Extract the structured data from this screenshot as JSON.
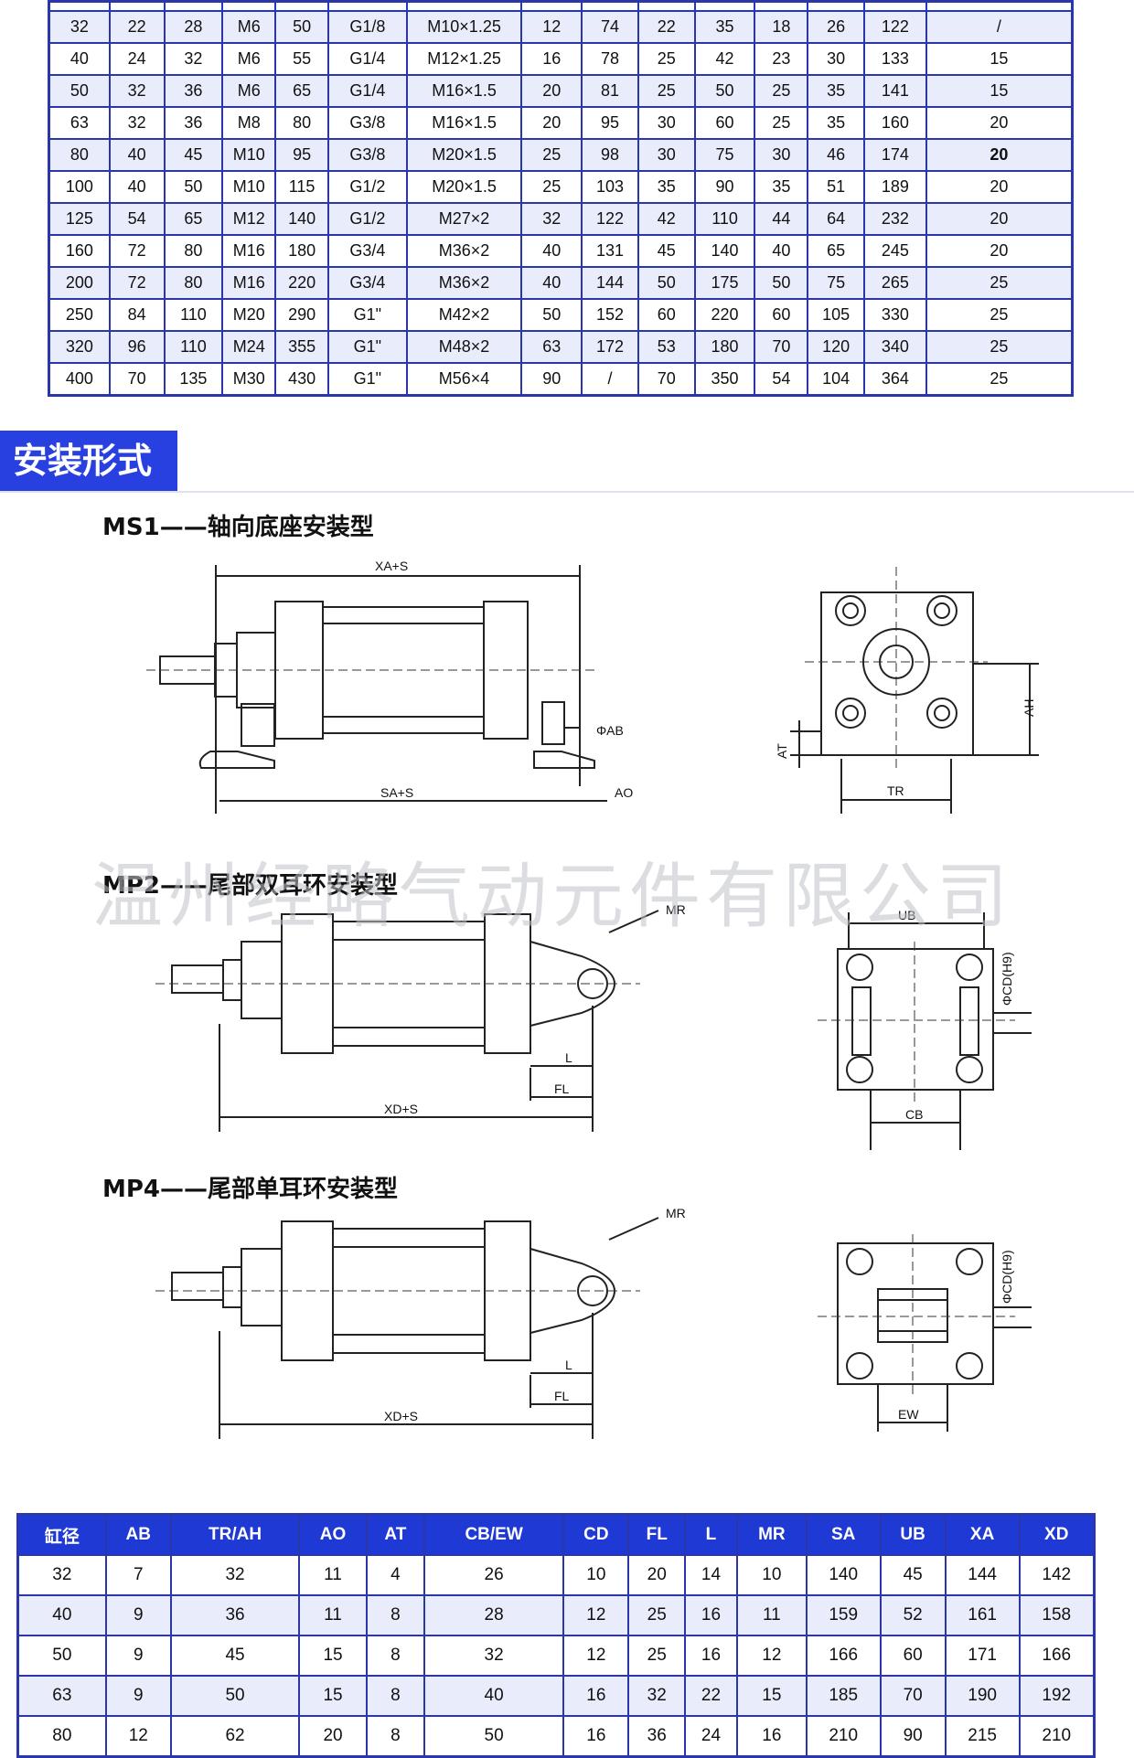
{
  "top_table": {
    "rows": [
      [
        "32",
        "22",
        "28",
        "M6",
        "50",
        "G1/8",
        "M10×1.25",
        "12",
        "74",
        "22",
        "35",
        "18",
        "26",
        "122",
        "/"
      ],
      [
        "40",
        "24",
        "32",
        "M6",
        "55",
        "G1/4",
        "M12×1.25",
        "16",
        "78",
        "25",
        "42",
        "23",
        "30",
        "133",
        "15"
      ],
      [
        "50",
        "32",
        "36",
        "M6",
        "65",
        "G1/4",
        "M16×1.5",
        "20",
        "81",
        "25",
        "50",
        "25",
        "35",
        "141",
        "15"
      ],
      [
        "63",
        "32",
        "36",
        "M8",
        "80",
        "G3/8",
        "M16×1.5",
        "20",
        "95",
        "30",
        "60",
        "25",
        "35",
        "160",
        "20"
      ],
      [
        "80",
        "40",
        "45",
        "M10",
        "95",
        "G3/8",
        "M20×1.5",
        "25",
        "98",
        "30",
        "75",
        "30",
        "46",
        "174",
        "20"
      ],
      [
        "100",
        "40",
        "50",
        "M10",
        "115",
        "G1/2",
        "M20×1.5",
        "25",
        "103",
        "35",
        "90",
        "35",
        "51",
        "189",
        "20"
      ],
      [
        "125",
        "54",
        "65",
        "M12",
        "140",
        "G1/2",
        "M27×2",
        "32",
        "122",
        "42",
        "110",
        "44",
        "64",
        "232",
        "20"
      ],
      [
        "160",
        "72",
        "80",
        "M16",
        "180",
        "G3/4",
        "M36×2",
        "40",
        "131",
        "45",
        "140",
        "40",
        "65",
        "245",
        "20"
      ],
      [
        "200",
        "72",
        "80",
        "M16",
        "220",
        "G3/4",
        "M36×2",
        "40",
        "144",
        "50",
        "175",
        "50",
        "75",
        "265",
        "25"
      ],
      [
        "250",
        "84",
        "110",
        "M20",
        "290",
        "G1\"",
        "M42×2",
        "50",
        "152",
        "60",
        "220",
        "60",
        "105",
        "330",
        "25"
      ],
      [
        "320",
        "96",
        "110",
        "M24",
        "355",
        "G1\"",
        "M48×2",
        "63",
        "172",
        "53",
        "180",
        "70",
        "120",
        "340",
        "25"
      ],
      [
        "400",
        "70",
        "135",
        "M30",
        "430",
        "G1\"",
        "M56×4",
        "90",
        "/",
        "70",
        "350",
        "54",
        "104",
        "364",
        "25"
      ]
    ]
  },
  "section": {
    "title": "安装形式"
  },
  "watermark": "温州经略气动元件有限公司",
  "diagrams": {
    "ms1": {
      "title": "MS1——轴向底座安装型",
      "labels": {
        "xa_s": "XA+S",
        "sa_s": "SA+S",
        "phi_ab": "ΦAB",
        "ao": "AO",
        "at": "AT",
        "ah": "AH",
        "tr": "TR"
      }
    },
    "mp2": {
      "title": "MP2——尾部双耳环安装型",
      "labels": {
        "mr": "MR",
        "l": "L",
        "fl": "FL",
        "xd_s": "XD+S",
        "ub": "UB",
        "cb": "CB",
        "cd": "ΦCD(H9)"
      }
    },
    "mp4": {
      "title": "MP4——尾部单耳环安装型",
      "labels": {
        "mr": "MR",
        "l": "L",
        "fl": "FL",
        "xd_s": "XD+S",
        "ew": "EW",
        "cd": "ΦCD(H9)"
      }
    }
  },
  "bottom_table": {
    "headers": [
      "缸径",
      "AB",
      "TR/AH",
      "AO",
      "AT",
      "CB/EW",
      "CD",
      "FL",
      "L",
      "MR",
      "SA",
      "UB",
      "XA",
      "XD"
    ],
    "rows": [
      [
        "32",
        "7",
        "32",
        "11",
        "4",
        "26",
        "10",
        "20",
        "14",
        "10",
        "140",
        "45",
        "144",
        "142"
      ],
      [
        "40",
        "9",
        "36",
        "11",
        "8",
        "28",
        "12",
        "25",
        "16",
        "11",
        "159",
        "52",
        "161",
        "158"
      ],
      [
        "50",
        "9",
        "45",
        "15",
        "8",
        "32",
        "12",
        "25",
        "16",
        "12",
        "166",
        "60",
        "171",
        "166"
      ],
      [
        "63",
        "9",
        "50",
        "15",
        "8",
        "40",
        "16",
        "32",
        "22",
        "15",
        "185",
        "70",
        "190",
        "192"
      ],
      [
        "80",
        "12",
        "62",
        "20",
        "8",
        "50",
        "16",
        "36",
        "24",
        "16",
        "210",
        "90",
        "215",
        "210"
      ]
    ]
  },
  "colors": {
    "table_border": "#2b36a8",
    "header_blue": "#1f39d4",
    "row_alt": "#e9ecfb",
    "banner": "#2940e0"
  }
}
